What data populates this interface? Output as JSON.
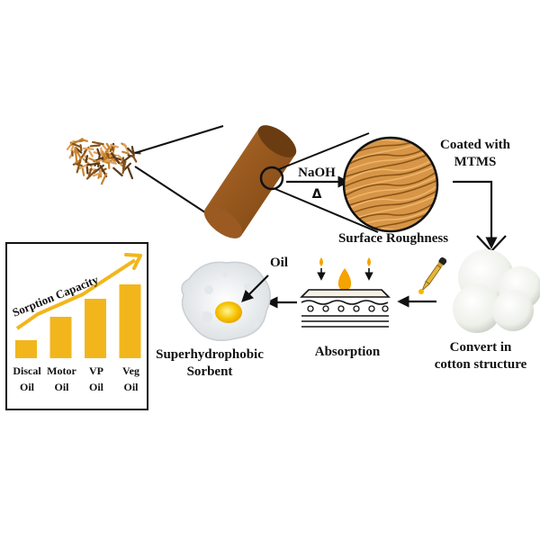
{
  "colors": {
    "fiber": "#c8832e",
    "fiber_dark": "#8a5518",
    "cylinder": "#9a5a22",
    "cylinder_top": "#6b3c12",
    "gold": "#f2b61c",
    "arrow": "#111111",
    "oil": "#f5b700"
  },
  "labels": {
    "naoh": "NaOH",
    "heat": "Δ",
    "coated": "Coated with",
    "mtms": "MTMS",
    "surface_roughness": "Surface Roughness",
    "oil": "Oil",
    "absorption": "Absorption",
    "convert_line1": "Convert in",
    "convert_line2": "cotton structure",
    "sorbent_line1": "Superhydrophobic",
    "sorbent_line2": "Sorbent"
  },
  "chart_data": {
    "type": "bar",
    "title": "Sorption Capacity",
    "categories": [
      [
        "Discal",
        "Oil"
      ],
      [
        "Motor",
        "Oil"
      ],
      [
        "VP",
        "Oil"
      ],
      [
        "Veg",
        "Oil"
      ]
    ],
    "values": [
      1.0,
      2.3,
      3.3,
      4.1
    ],
    "trend": "increasing",
    "bar_color": "#f2b61c"
  }
}
